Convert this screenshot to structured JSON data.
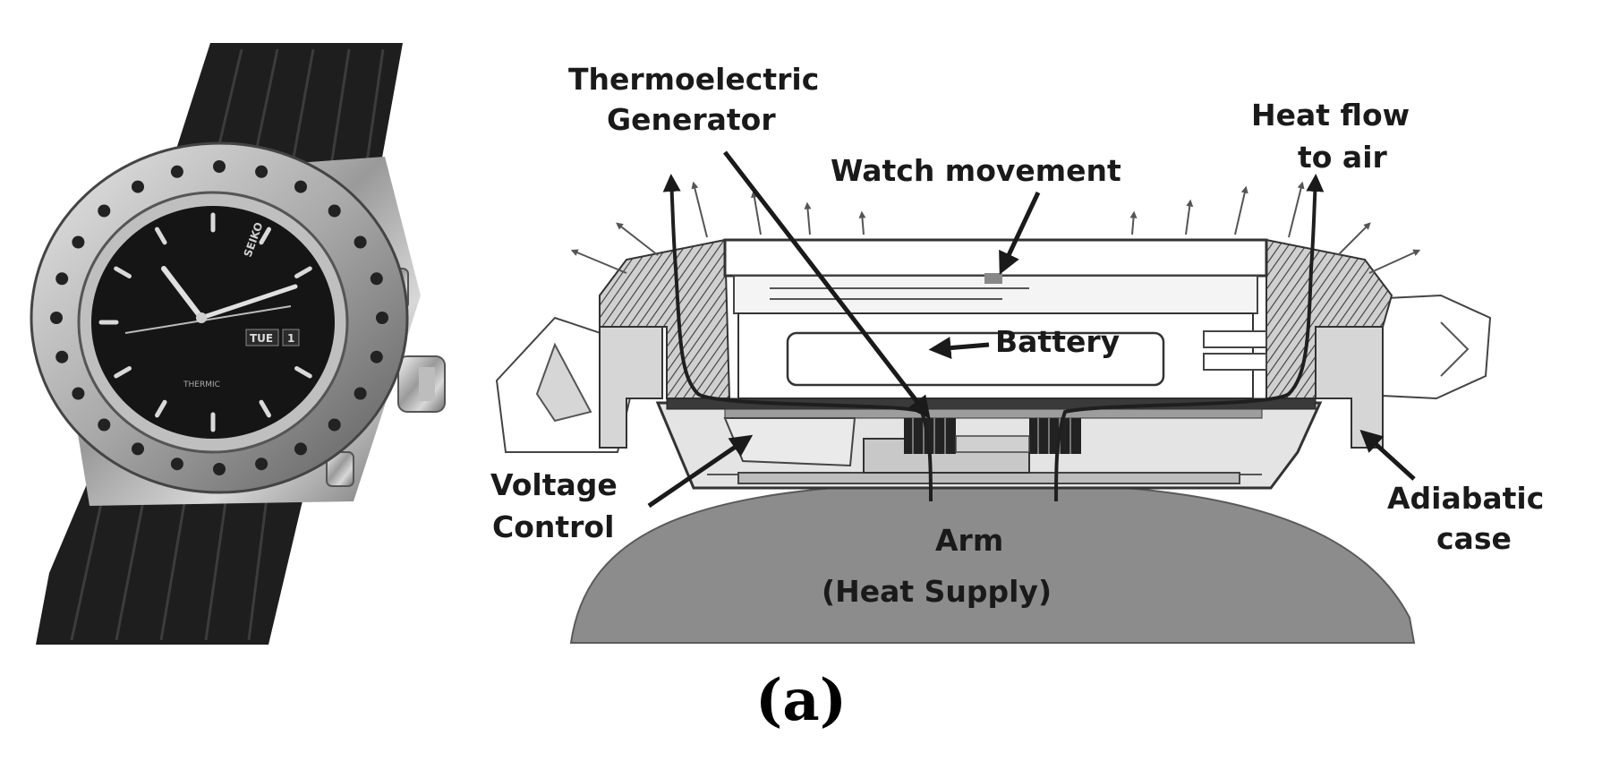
{
  "figure": {
    "caption": "(a)",
    "watch_photo": {
      "dial_brand": "SEIKO",
      "dial_day": "TUE",
      "dial_date": "1",
      "dial_subtext": "THERMIC"
    },
    "labels": {
      "thermoelectric_1": "Thermoelectric",
      "thermoelectric_2": "Generator",
      "watch_movement": "Watch movement",
      "heat_flow_1": "Heat flow",
      "heat_flow_2": "to air",
      "battery": "Battery",
      "voltage_1": "Voltage",
      "voltage_2": "Control",
      "arm_1": "Arm",
      "arm_2": "(Heat Supply)",
      "adiabatic_1": "Adiabatic",
      "adiabatic_2": "case"
    },
    "colors": {
      "ink": "#1a1a1a",
      "arm_fill": "#8c8c8c",
      "case_fill": "#d6d6d6",
      "dial": "#151515"
    }
  }
}
